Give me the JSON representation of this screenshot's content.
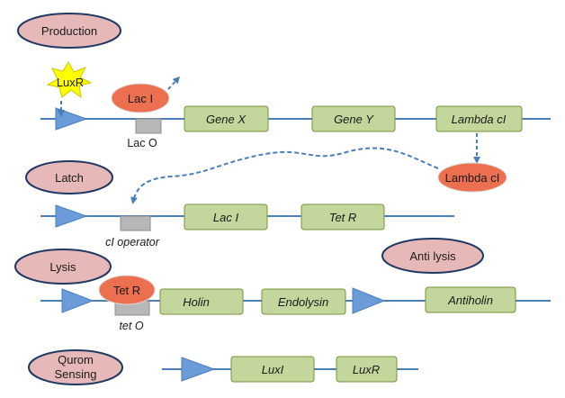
{
  "colors": {
    "backbone": "#4a7ebb",
    "promoter": "#6b9bd8",
    "gene_fill": "#c3d69b",
    "gene_stroke": "#77933c",
    "module_fill": "#e6b9b8",
    "module_stroke": "#1f3864",
    "protein_fill": "#ec6f4f",
    "operator_fill": "#b7b7b7",
    "signal_fill": "#ffff00",
    "arrow": "#4a7ebb"
  },
  "modules": {
    "production": "Production",
    "latch": "Latch",
    "lysis": "Lysis",
    "anti_lysis": "Anti lysis",
    "quorum_line1": "Qurom",
    "quorum_line2": "Sensing"
  },
  "signals": {
    "luxr": "LuxR"
  },
  "proteins": {
    "lac_i": "Lac I",
    "lambda_ci": "Lambda cI",
    "tet_r": "Tet R"
  },
  "operators": {
    "lac_o": "Lac O",
    "ci_operator": "cI operator",
    "tet_o": "tet O"
  },
  "genes": {
    "gene_x": "Gene X",
    "gene_y": "Gene Y",
    "lambda_ci": "Lambda cI",
    "lac_i": "Lac I",
    "tet_r": "Tet R",
    "holin": "Holin",
    "endolysin": "Endolysin",
    "antiholin": "Antiholin",
    "luxi": "LuxI",
    "luxr": "LuxR"
  }
}
